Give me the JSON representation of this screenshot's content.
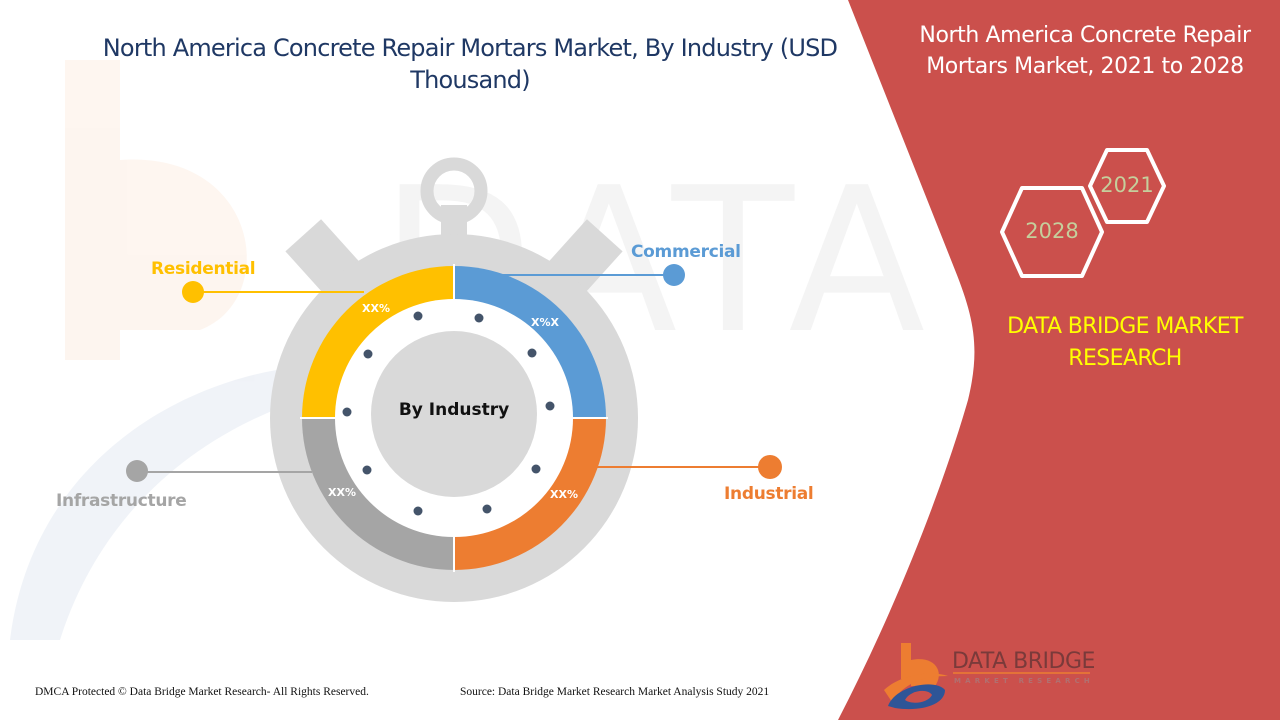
{
  "header": {
    "title": "North America Concrete Repair Mortars Market, By Industry  (USD Thousand)"
  },
  "side_panel": {
    "title": "North America Concrete Repair Mortars Market, 2021 to 2028",
    "hex_years": [
      "2021",
      "2028"
    ],
    "brand": "DATA BRIDGE MARKET RESEARCH",
    "logo_text": "DATA BRIDGE",
    "logo_subtext": "MARKET RESEARCH",
    "colors": {
      "panel": "#cb504c",
      "brand_text": "#ffff00",
      "hex_text": "#c5cf9c"
    }
  },
  "chart_data": {
    "type": "pie",
    "style": "stopwatch donut",
    "title": "North America Concrete Repair Mortars Market, By Industry  (USD Thousand)",
    "center_label": "By Industry",
    "categories": [
      "Commercial",
      "Industrial",
      "Infrastructure",
      "Residential"
    ],
    "values": [
      25,
      25,
      25,
      25
    ],
    "value_labels": [
      "X%X",
      "XX%",
      "XX%",
      "XX%"
    ],
    "colors": [
      "#5b9bd5",
      "#ed7d31",
      "#a5a5a5",
      "#ffc000"
    ],
    "note": "Segments drawn as equal quarters; actual percentages masked as XX%"
  },
  "segments": {
    "commercial": {
      "label": "Commercial",
      "pct": "X%X",
      "color": "#5b9bd5"
    },
    "industrial": {
      "label": "Industrial",
      "pct": "XX%",
      "color": "#ed7d31"
    },
    "infrastructure": {
      "label": "Infrastructure",
      "pct": "XX%",
      "color": "#a5a5a5"
    },
    "residential": {
      "label": "Residential",
      "pct": "XX%",
      "color": "#ffc000"
    }
  },
  "footer": {
    "copyright": "DMCA Protected © Data Bridge Market Research- All Rights Reserved.",
    "source": "Source: Data Bridge Market Research Market Analysis Study 2021"
  }
}
